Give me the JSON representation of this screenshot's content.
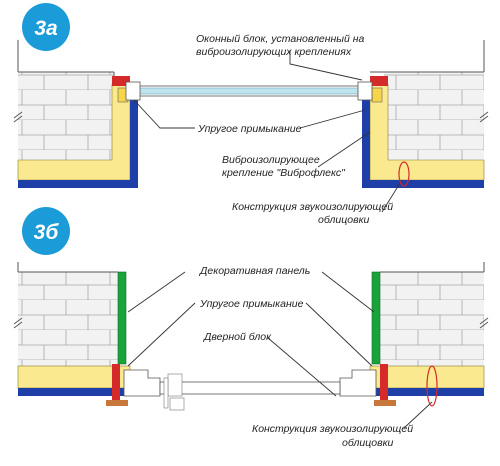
{
  "colors": {
    "badge": "#1b9bd8",
    "insulation": "#fbe98f",
    "blue_layer": "#1f3fa8",
    "green_panel": "#1aa33a",
    "red_fixing": "#d42a2a",
    "glass": "#bfe4ee"
  },
  "panel_a": {
    "badge": "3а",
    "labels": {
      "window_block_line1": "Оконный блок, установленный на",
      "window_block_line2": "виброизолирующих креплениях",
      "elastic_joint": "Упругое примыкание",
      "vibro_line1": "Виброизолирующее",
      "vibro_line2": "крепление \"Виброфлекс\"",
      "lining_line1": "Конструкция звукоизолирующей",
      "lining_line2": "облицовки"
    }
  },
  "panel_b": {
    "badge": "3б",
    "labels": {
      "decorative_panel": "Декоративная панель",
      "elastic_joint": "Упругое примыкание",
      "door_block": "Дверной блок",
      "lining_line1": "Конструкция звукоизолирующей",
      "lining_line2": "облицовки"
    }
  }
}
